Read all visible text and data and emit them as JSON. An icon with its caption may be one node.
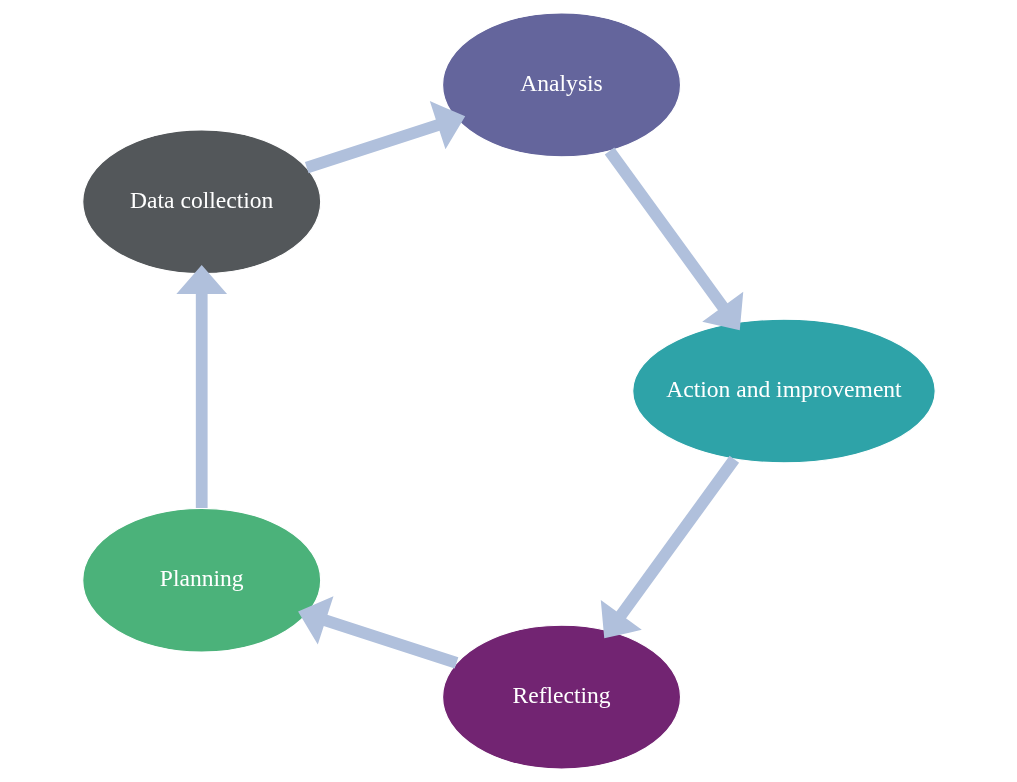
{
  "diagram": {
    "nodes": [
      {
        "text": [
          "Reflecting"
        ]
      },
      {
        "text": [
          "Planning"
        ]
      },
      {
        "text": [
          "Data collection"
        ]
      },
      {
        "text": [
          "Analysis"
        ]
      },
      {
        "text": [
          "Action and improvement"
        ]
      }
    ],
    "edges": [
      {
        "from": 0,
        "to": 1,
        "arrow": "to"
      },
      {
        "from": 1,
        "to": 2,
        "arrow": "to"
      },
      {
        "from": 2,
        "to": 3,
        "arrow": "to"
      },
      {
        "from": 3,
        "to": 4,
        "arrow": "to"
      },
      {
        "from": 4,
        "to": 0,
        "arrow": "to"
      }
    ]
  }
}
